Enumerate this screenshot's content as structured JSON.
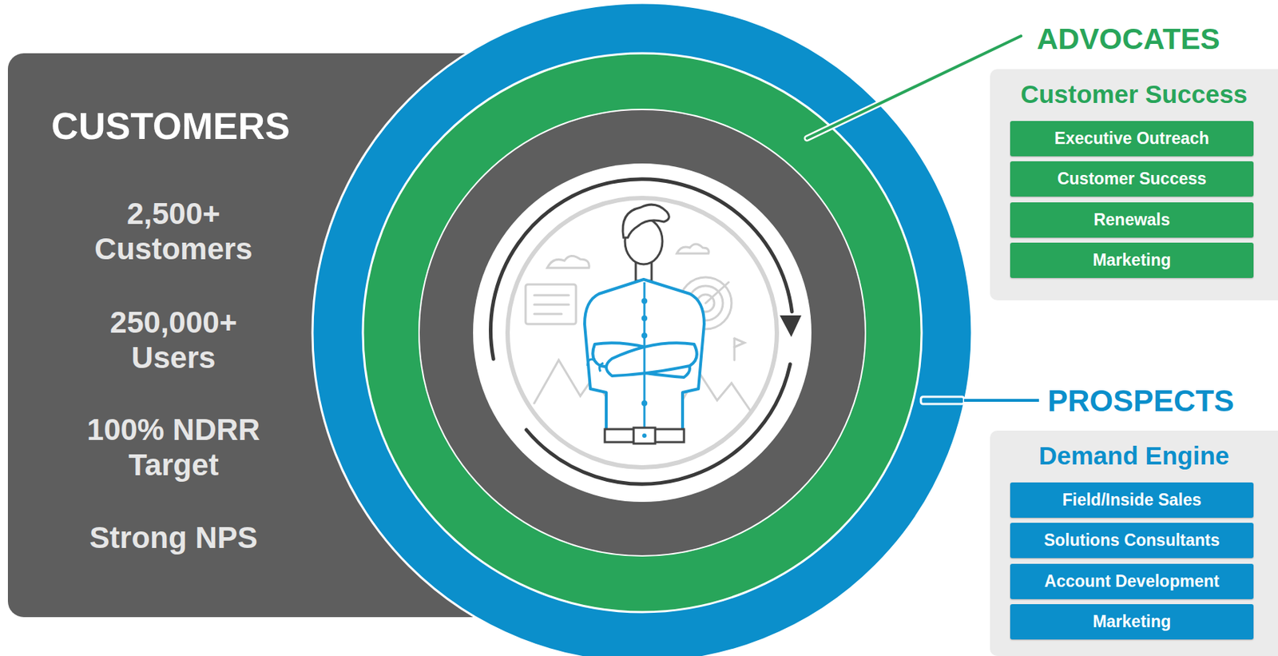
{
  "diagram": {
    "nodes": [
      {
        "text": [
          "CUSTOMERS",
          "2,500+ Customers",
          "250,000+ Users",
          "100% NDRR Target",
          "Strong NPS"
        ]
      },
      {
        "text": [
          "Customer Success"
        ]
      },
      {
        "text": [
          "Executive Outreach"
        ],
        "in": 1
      },
      {
        "text": [
          "Customer Success"
        ],
        "in": 1
      },
      {
        "text": [
          "Renewals"
        ],
        "in": 1
      },
      {
        "text": [
          "Marketing"
        ],
        "in": 1
      },
      {
        "text": [
          "Demand Engine"
        ]
      },
      {
        "text": [
          "Field/Inside Sales"
        ],
        "in": 6
      },
      {
        "text": [
          "Solutions Consultants"
        ],
        "in": 6
      },
      {
        "text": [
          "Account Development"
        ],
        "in": 6
      },
      {
        "text": [
          "Marketing"
        ],
        "in": 6
      }
    ],
    "labels": [
      "ADVOCATES",
      "PROSPECTS"
    ]
  }
}
